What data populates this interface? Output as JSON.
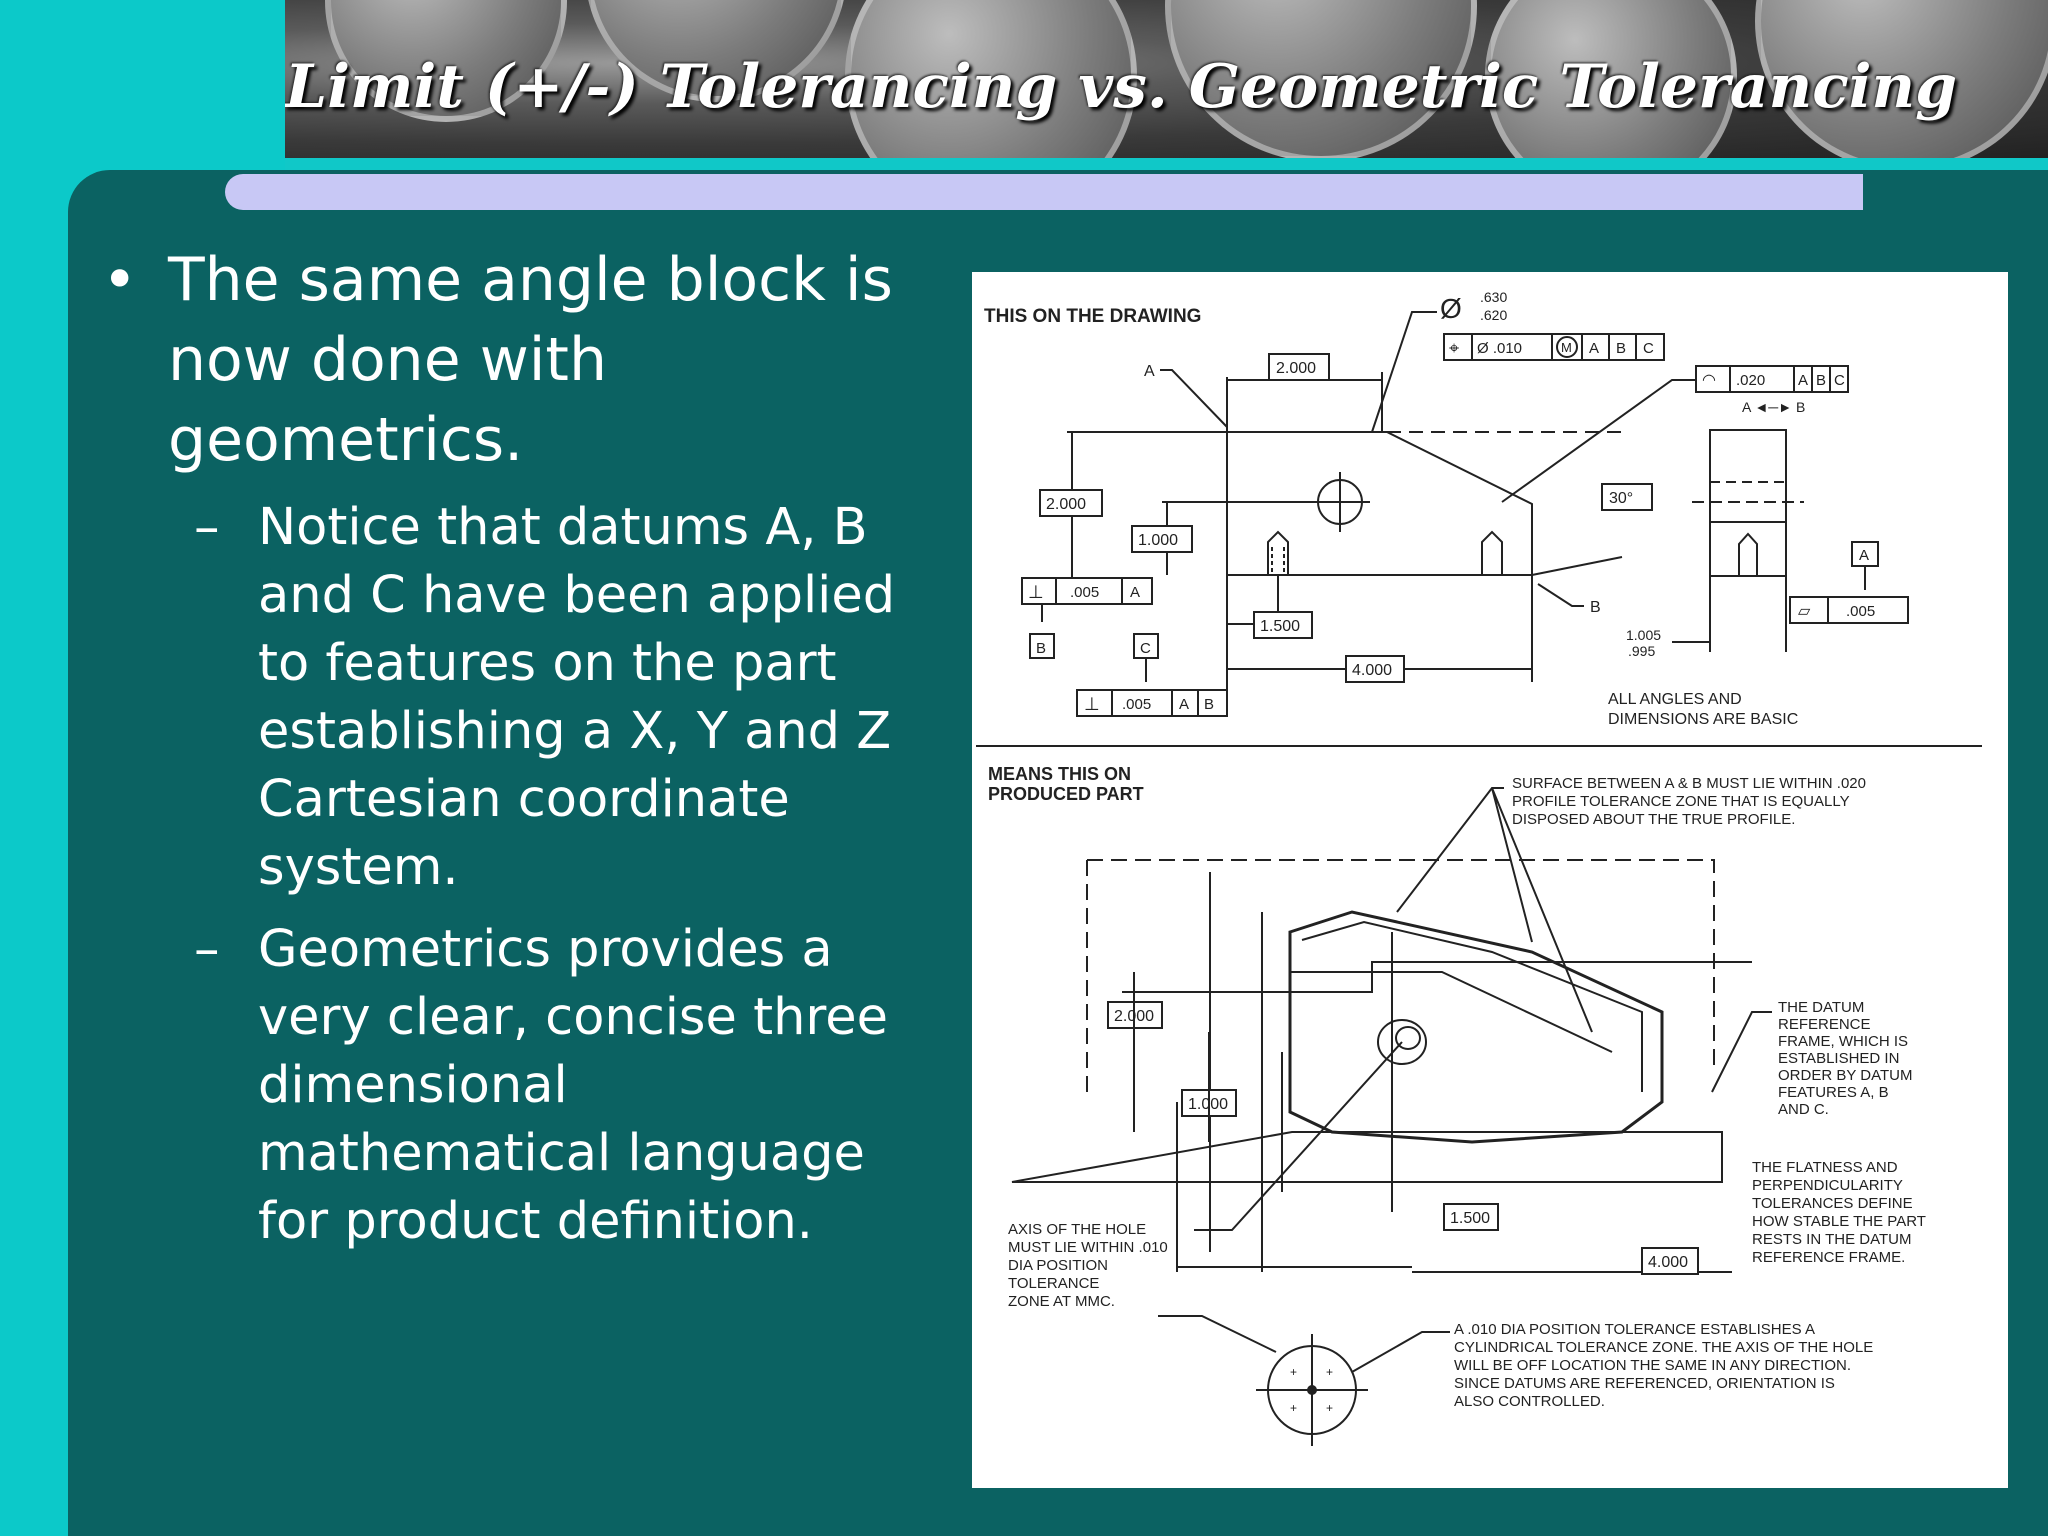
{
  "slide": {
    "title": "Limit (+/-) Tolerancing vs. Geometric Tolerancing"
  },
  "content": {
    "bullet_marker": "•",
    "sub_marker": "–",
    "main_bullet": "The same angle block is now done with geometrics.",
    "sub_bullets": [
      "Notice that datums A, B and C have been applied to features on the part establishing a X, Y and Z Cartesian coordinate system.",
      "Geometrics provides a very clear, concise three dimensional mathematical language for product definition."
    ]
  },
  "figure": {
    "top_caption": "THIS ON THE DRAWING",
    "bottom_caption_line1": "MEANS THIS ON",
    "bottom_caption_line2": "PRODUCED PART",
    "dia_symbol": "Ø",
    "dia_upper": ".630",
    "dia_lower": ".620",
    "position_frame": [
      "⌖",
      "Ø .010",
      "M",
      "A",
      "B",
      "C"
    ],
    "profile_frame": [
      "◠",
      ".020",
      "A",
      "B",
      "C"
    ],
    "profile_between": "A ◄─► B",
    "dim_2000_top": "2.000",
    "dim_2000_left": "2.000",
    "dim_1000": "1.000",
    "dim_1500": "1.500",
    "dim_4000": "4.000",
    "dim_30deg": "30°",
    "perp_frame_1": [
      "⊥",
      ".005",
      "A"
    ],
    "perp_frame_2": [
      "⊥",
      ".005",
      "A",
      "B"
    ],
    "flat_frame": [
      "▱",
      ".005"
    ],
    "datum_a": "A",
    "datum_b": "B",
    "datum_c": "C",
    "width_upper": "1.005",
    "width_lower": ".995",
    "basic_note_line1": "ALL ANGLES AND",
    "basic_note_line2": "DIMENSIONS ARE BASIC",
    "surface_note": [
      "SURFACE BETWEEN A & B MUST LIE WITHIN .020",
      "PROFILE TOLERANCE ZONE THAT IS EQUALLY",
      "DISPOSED ABOUT THE TRUE PROFILE."
    ],
    "frame_note": [
      "THE DATUM",
      "REFERENCE",
      "FRAME, WHICH IS",
      "ESTABLISHED IN",
      "ORDER BY DATUM",
      "FEATURES A, B",
      "AND C."
    ],
    "flatness_note": [
      "THE FLATNESS AND",
      "PERPENDICULARITY",
      "TOLERANCES DEFINE",
      "HOW STABLE THE PART",
      "RESTS IN THE DATUM",
      "REFERENCE FRAME."
    ],
    "axis_note": [
      "AXIS OF THE HOLE",
      "MUST LIE WITHIN .010",
      "DIA POSITION",
      "TOLERANCE",
      "ZONE AT MMC."
    ],
    "position_note": [
      "A .010 DIA POSITION TOLERANCE  ESTABLISHES A",
      "CYLINDRICAL TOLERANCE ZONE.  THE AXIS OF THE HOLE",
      "WILL BE OFF LOCATION THE SAME IN ANY DIRECTION.",
      "SINCE DATUMS ARE REFERENCED, ORIENTATION  IS",
      "ALSO CONTROLLED."
    ]
  }
}
